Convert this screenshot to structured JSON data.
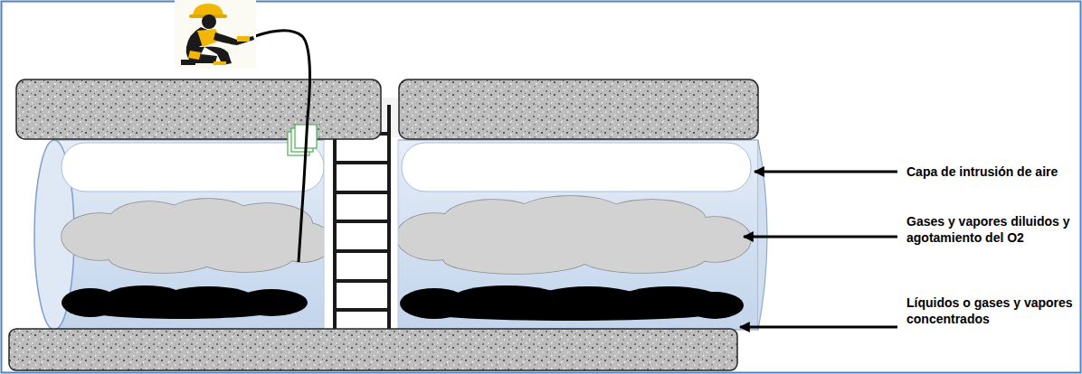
{
  "diagram": {
    "labels": [
      "Capa de intrusión de aire",
      "Gases y vapores diluidos y agotamiento del O2",
      "Líquidos o gases y vapores concentrados"
    ]
  }
}
